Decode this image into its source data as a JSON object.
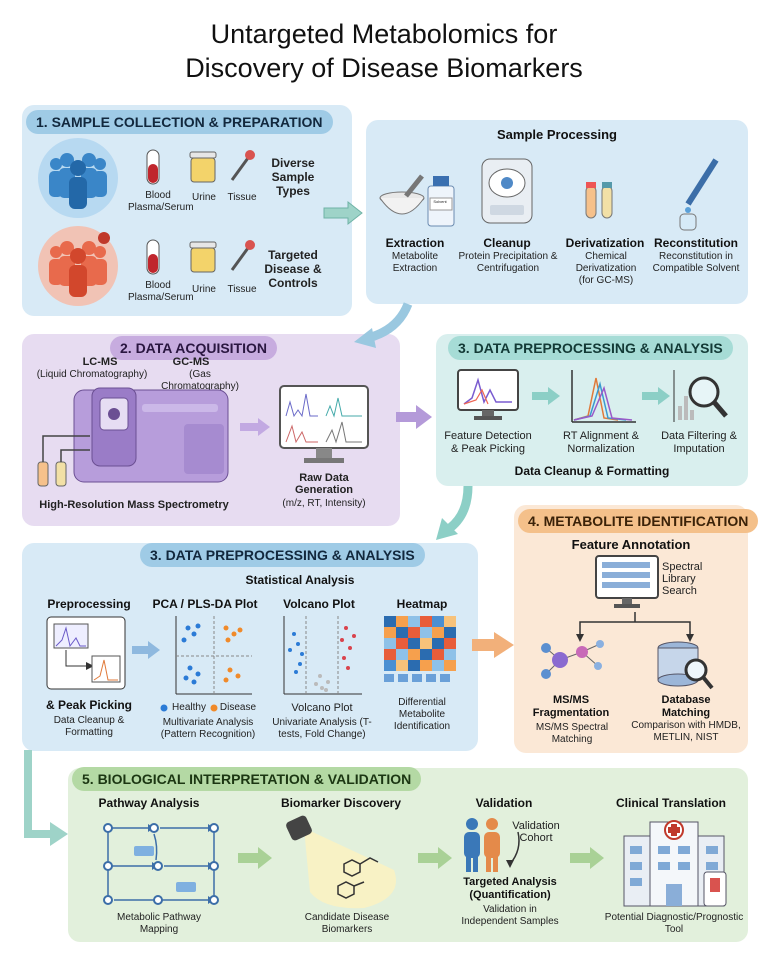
{
  "title_line1": "Untargeted Metabolomics for",
  "title_line2": "Discovery of Disease Biomarkers",
  "s1": {
    "heading": "1. SAMPLE COLLECTION & PREPARATION",
    "blood": "Blood Plasma/Serum",
    "urine": "Urine",
    "tissue": "Tissue",
    "diverse": "Diverse Sample Types",
    "blood2": "Blood Plasma/Serum",
    "urine2": "Urine",
    "tissue2": "Tissue",
    "targeted": "Targeted Disease & Controls",
    "processing_title": "Sample Processing",
    "solvent_label": "Solvent",
    "steps": [
      {
        "name": "Extraction",
        "desc": "Metabolite Extraction"
      },
      {
        "name": "Cleanup",
        "desc": "Protein Precipitation & Centrifugation"
      },
      {
        "name": "Derivatization",
        "desc": "Chemical Derivatization (for GC-MS)"
      },
      {
        "name": "Reconstitution",
        "desc": "Reconstitution in Compatible Solvent"
      }
    ]
  },
  "s2": {
    "heading": "2. DATA ACQUISITION",
    "lcms": "LC-MS",
    "lcms_sub": "(Liquid Chromatography)",
    "gcms": "GC-MS",
    "gcms_sub": "(Gas Chromatography)",
    "hrms": "High-Resolution Mass Spectrometry",
    "raw": "Raw Data Generation",
    "raw_sub": "(m/z, RT, Intensity)"
  },
  "s3a": {
    "heading": "3. DATA PREPROCESSING & ANALYSIS",
    "step1": "Feature Detection & Peak Picking",
    "step2": "RT Alignment & Normalization",
    "step3": "Data Filtering & Imputation",
    "footer": "Data Cleanup & Formatting"
  },
  "s3b": {
    "heading": "3. DATA PREPROCESSING & ANALYSIS",
    "stat_title": "Statistical Analysis",
    "preproc": "Preprocessing",
    "peak": "& Peak Picking",
    "peak_sub": "Data Cleanup & Formatting",
    "pca": "PCA / PLS-DA Plot",
    "healthy": "Healthy",
    "disease": "Disease",
    "pca_sub": "Multivariate Analysis (Pattern Recognition)",
    "volcano": "Volcano Plot",
    "volcano2": "Volcano Plot",
    "volcano_sub": "Univariate Analysis (T-tests, Fold Change)",
    "heatmap": "Heatmap",
    "heatmap_sub": "Differential Metabolite Identification"
  },
  "s4": {
    "heading": "4. METABOLITE IDENTIFICATION",
    "annot": "Feature Annotation",
    "spectral": "Spectral Library Search",
    "msms": "MS/MS Fragmentation",
    "msms_sub": "MS/MS Spectral Matching",
    "db": "Database Matching",
    "db_sub": "Comparison with HMDB, METLIN, NIST"
  },
  "s5": {
    "heading": "5. BIOLOGICAL INTERPRETATION & VALIDATION",
    "pathway": "Pathway Analysis",
    "pathway_sub": "Metabolic Pathway Mapping",
    "biomarker": "Biomarker Discovery",
    "biomarker_sub": "Candidate Disease Biomarkers",
    "validation": "Validation",
    "cohort": "Validation Cohort",
    "targeted": "Targeted Analysis (Quantification)",
    "validation_sub": "Validation in Independent Samples",
    "clinical": "Clinical Translation",
    "clinical_sub": "Potential Diagnostic/Prognostic Tool"
  },
  "colors": {
    "blue_panel": "#d8eaf6",
    "purple_panel": "#e7dcf1",
    "teal_panel": "#d9efee",
    "orange_panel": "#fbe8d6",
    "green_panel": "#e2f0dc",
    "healthy": "#2b7bd6",
    "disease": "#f08a2a"
  }
}
